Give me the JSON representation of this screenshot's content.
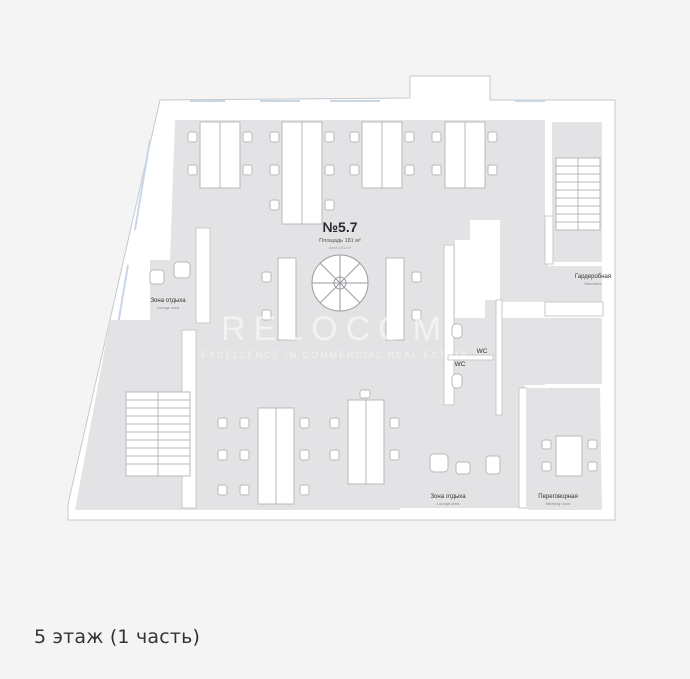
{
  "plan": {
    "unit_number": "№5.7",
    "unit_area": "Площадь 181 м²",
    "unit_area_sub": "Area 181 m²",
    "watermark_title": "RELOCOM",
    "watermark_subtitle": "EXCELLENCE IN COMMERCIAL REAL ESTATE",
    "rooms": {
      "lounge_left": {
        "label": "Зона отдыха",
        "sub": "Lounge area"
      },
      "lounge_bottom": {
        "label": "Зона отдыха",
        "sub": "Lounge area"
      },
      "wardrobe": {
        "label": "Гардеробная",
        "sub": "Wardrobe"
      },
      "meeting": {
        "label": "Переговорная",
        "sub": "Meeting room"
      },
      "wc_1": {
        "label": "WC"
      },
      "wc_2": {
        "label": "WC"
      }
    }
  },
  "caption": {
    "floor_label": "5 этаж (1 часть)"
  },
  "colors": {
    "wall": "#ffffff",
    "floor": "#e3e3e5",
    "furniture_line": "#b9b9bd",
    "background": "#f4f4f5"
  }
}
